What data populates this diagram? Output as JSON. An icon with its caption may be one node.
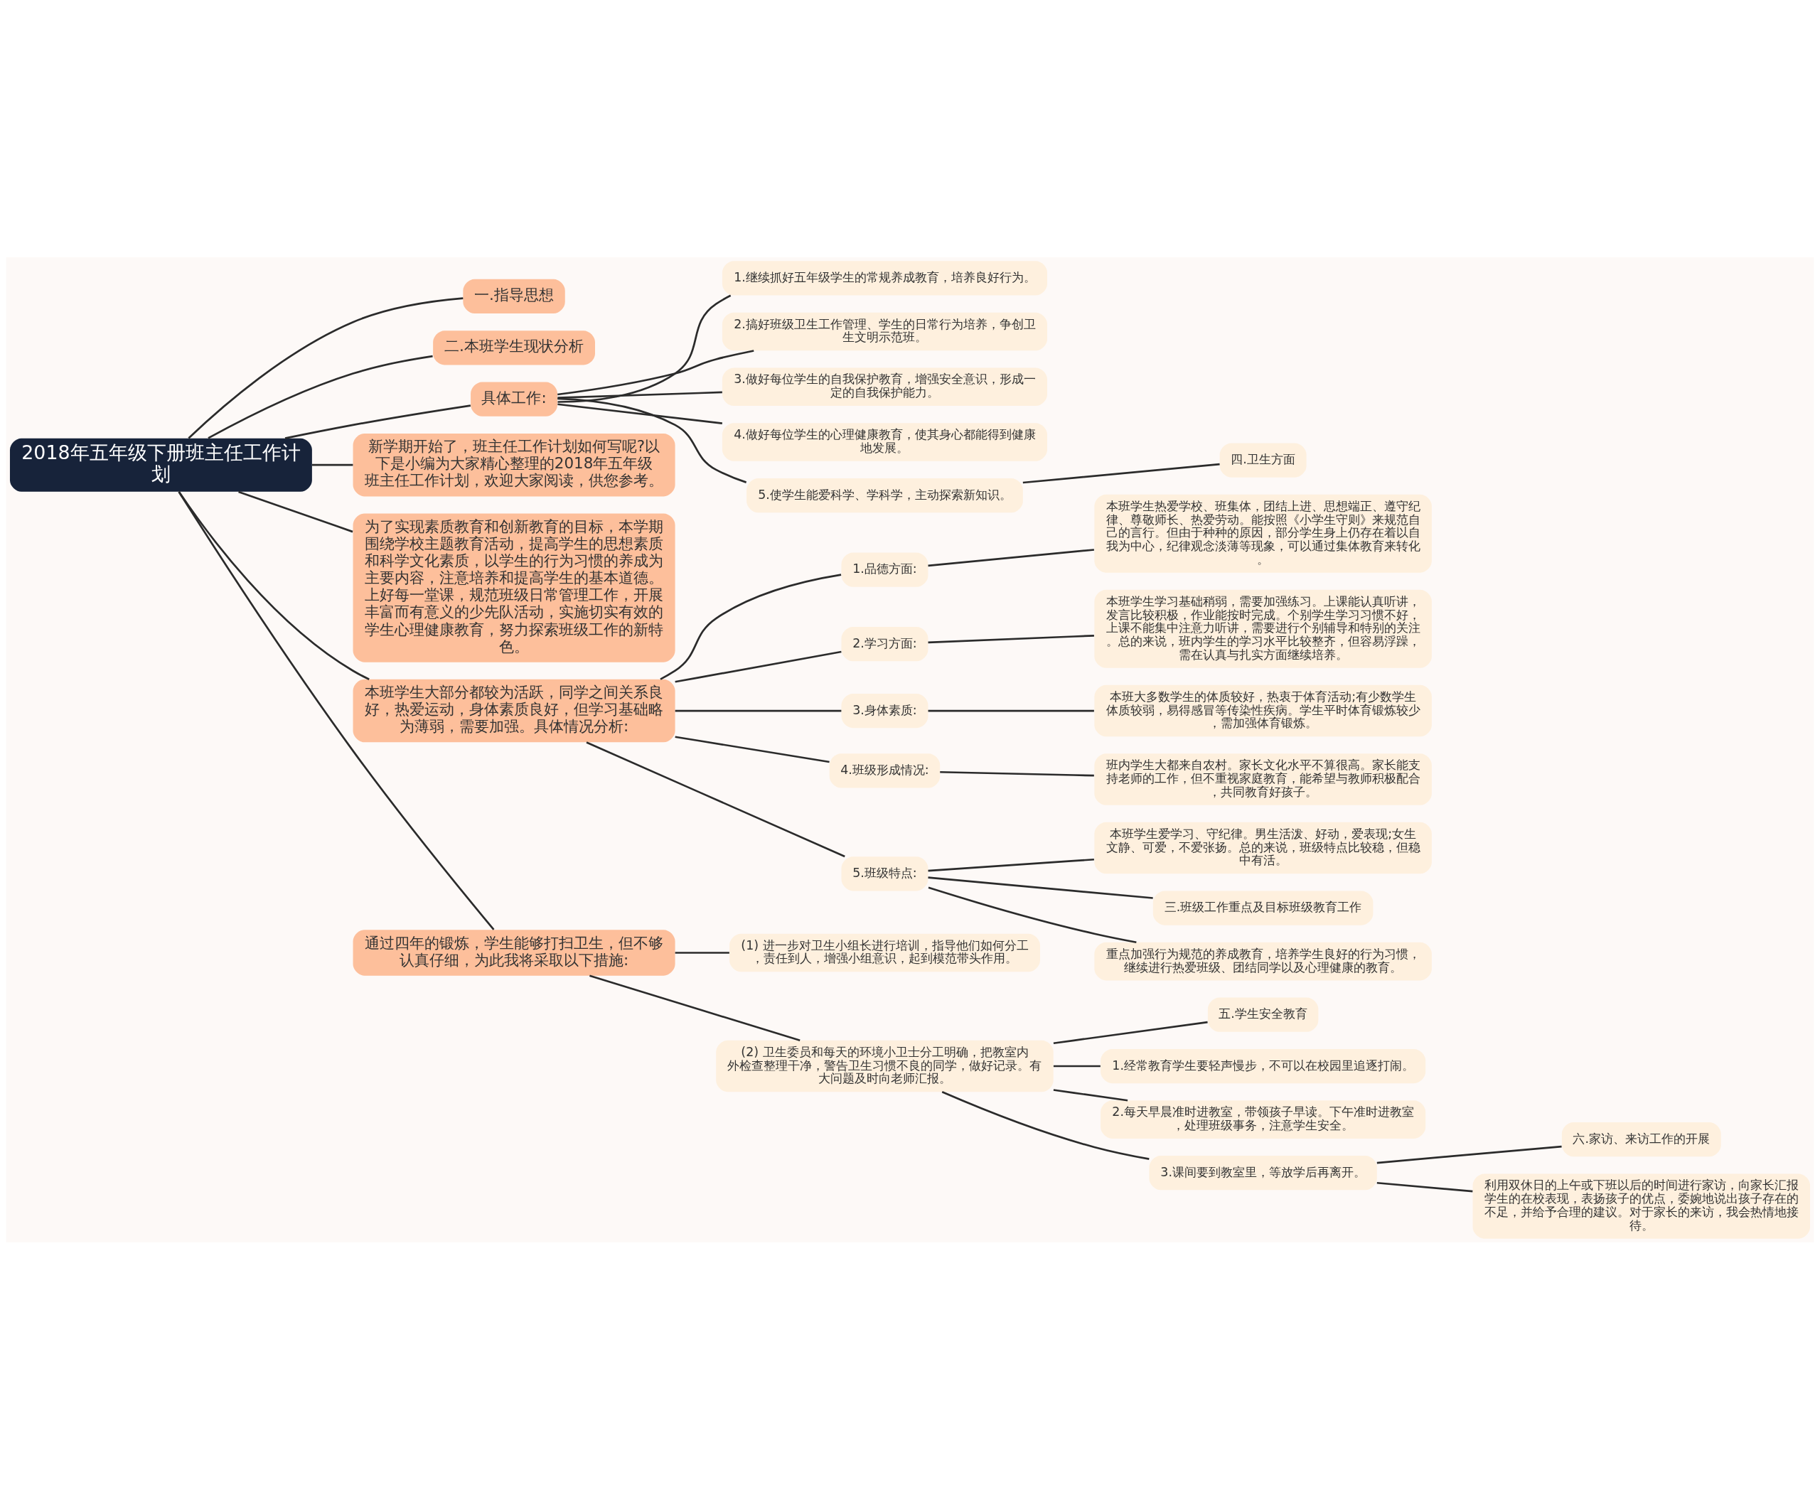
{
  "diagram": {
    "nodes": [
      {
        "text": [
          "2018年五年级下册班主任工作计划"
        ]
      },
      {
        "text": [
          "一.指导思想"
        ]
      },
      {
        "text": [
          "二.本班学生现状分析"
        ]
      },
      {
        "text": [
          "具体工作:"
        ]
      },
      {
        "text": [
          "1.继续抓好五年级学生的常规养成教育，培养良好行为。"
        ]
      },
      {
        "text": [
          "2.搞好班级卫生工作管理、学生的日常行为培养，争创卫生文明示范班。"
        ]
      },
      {
        "text": [
          "3.做好每位学生的自我保护教育，增强安全意识，形成一定的自我保护能力。"
        ]
      },
      {
        "text": [
          "4.做好每位学生的心理健康教育，使其身心都能得到健康地发展。"
        ]
      },
      {
        "text": [
          "5.使学生能爱科学、学科学，主动探索新知识。"
        ]
      },
      {
        "text": [
          "四.卫生方面"
        ]
      },
      {
        "text": [
          "新学期开始了，班主任工作计划如何写呢?以下是小编为大家精心整理的2018年五年级班主任工作计划，欢迎大家阅读，供您参考。"
        ]
      },
      {
        "text": [
          "为了实现素质教育和创新教育的目标，本学期围绕学校主题教育活动，提高学生的思想素质和科学文化素质，以学生的行为习惯的养成为主要内容，注意培养和提高学生的基本道德。上好每一堂课，规范班级日常管理工作，开展丰富而有意义的少先队活动，实施切实有效的学生心理健康教育，努力探索班级工作的新特色。"
        ]
      },
      {
        "text": [
          "本班学生大部分都较为活跃，同学之间关系良好，热爱运动，身体素质良好，但学习基础略为薄弱，需要加强。具体情况分析:"
        ]
      },
      {
        "text": [
          "1.品德方面:"
        ]
      },
      {
        "text": [
          "本班学生热爱学校、班集体，团结上进、思想端正、遵守纪律、尊敬师长、热爱劳动。能按照《小学生守则》来规范自己的言行。但由于种种的原因，部分学生身上仍存在着以自我为中心，纪律观念淡薄等现象，可以通过集体教育来转化。"
        ]
      },
      {
        "text": [
          "2.学习方面:"
        ]
      },
      {
        "text": [
          "本班学生学习基础稍弱，需要加强练习。上课能认真听讲，发言比较积极，作业能按时完成。个别学生学习习惯不好，上课不能集中注意力听讲，需要进行个别辅导和特别的关注。总的来说，班内学生的学习水平比较整齐，但容易浮躁，需在认真与扎实方面继续培养。"
        ]
      },
      {
        "text": [
          "3.身体素质:"
        ]
      },
      {
        "text": [
          "本班大多数学生的体质较好，热衷于体育活动;有少数学生体质较弱，易得感冒等传染性疾病。学生平时体育锻炼较少，需加强体育锻炼。"
        ]
      },
      {
        "text": [
          "4.班级形成情况:"
        ]
      },
      {
        "text": [
          "班内学生大都来自农村。家长文化水平不算很高。家长能支持老师的工作，但不重视家庭教育，能希望与教师积极配合，共同教育好孩子。"
        ]
      },
      {
        "text": [
          "5.班级特点:"
        ]
      },
      {
        "text": [
          "本班学生爱学习、守纪律。男生活泼、好动，爱表现;女生文静、可爱，不爱张扬。总的来说，班级特点比较稳，但稳中有活。"
        ]
      },
      {
        "text": [
          "三.班级工作重点及目标班级教育工作"
        ]
      },
      {
        "text": [
          "重点加强行为规范的养成教育，培养学生良好的行为习惯，继续进行热爱班级、团结同学以及心理健康的教育。"
        ]
      },
      {
        "text": [
          "通过四年的锻炼，学生能够打扫卫生，但不够认真仔细，为此我将采取以下措施:"
        ]
      },
      {
        "text": [
          "(1) 进一步对卫生小组长进行培训，指导他们如何分工，责任到人，增强小组意识，起到模范带头作用。"
        ]
      },
      {
        "text": [
          "(2) 卫生委员和每天的环境小卫士分工明确，把教室内外检查整理干净，警告卫生习惯不良的同学，做好记录。有大问题及时向老师汇报。"
        ]
      },
      {
        "text": [
          "五.学生安全教育"
        ]
      },
      {
        "text": [
          "1.经常教育学生要轻声慢步，不可以在校园里追逐打闹。"
        ]
      },
      {
        "text": [
          "2.每天早晨准时进教室，带领孩子早读。下午准时进教室，处理班级事务，注意学生安全。"
        ]
      },
      {
        "text": [
          "3.课间要到教室里，等放学后再离开。"
        ]
      },
      {
        "text": [
          "六.家访、来访工作的开展"
        ]
      },
      {
        "text": [
          "利用双休日的上午或下班以后的时间进行家访，向家长汇报学生的在校表现，表扬孩子的优点，委婉地说出孩子存在的不足，并给予合理的建议。对于家长的来访，我会热情地接待。"
        ]
      }
    ],
    "edges": [
      {
        "from": 0,
        "to": 1,
        "arrow": "none"
      },
      {
        "from": 0,
        "to": 2,
        "arrow": "none"
      },
      {
        "from": 0,
        "to": 3,
        "arrow": "none"
      },
      {
        "from": 3,
        "to": 4,
        "arrow": "none"
      },
      {
        "from": 3,
        "to": 5,
        "arrow": "none"
      },
      {
        "from": 3,
        "to": 6,
        "arrow": "none"
      },
      {
        "from": 3,
        "to": 7,
        "arrow": "none"
      },
      {
        "from": 3,
        "to": 8,
        "arrow": "none"
      },
      {
        "from": 8,
        "to": 9,
        "arrow": "none"
      },
      {
        "from": 0,
        "to": 10,
        "arrow": "none"
      },
      {
        "from": 0,
        "to": 11,
        "arrow": "none"
      },
      {
        "from": 0,
        "to": 12,
        "arrow": "none"
      },
      {
        "from": 12,
        "to": 13,
        "arrow": "none"
      },
      {
        "from": 13,
        "to": 14,
        "arrow": "none"
      },
      {
        "from": 12,
        "to": 15,
        "arrow": "none"
      },
      {
        "from": 15,
        "to": 16,
        "arrow": "none"
      },
      {
        "from": 12,
        "to": 17,
        "arrow": "none"
      },
      {
        "from": 17,
        "to": 18,
        "arrow": "none"
      },
      {
        "from": 12,
        "to": 19,
        "arrow": "none"
      },
      {
        "from": 19,
        "to": 20,
        "arrow": "none"
      },
      {
        "from": 12,
        "to": 21,
        "arrow": "none"
      },
      {
        "from": 21,
        "to": 22,
        "arrow": "none"
      },
      {
        "from": 21,
        "to": 23,
        "arrow": "none"
      },
      {
        "from": 21,
        "to": 24,
        "arrow": "none"
      },
      {
        "from": 0,
        "to": 25,
        "arrow": "none"
      },
      {
        "from": 25,
        "to": 26,
        "arrow": "none"
      },
      {
        "from": 25,
        "to": 27,
        "arrow": "none"
      },
      {
        "from": 27,
        "to": 28,
        "arrow": "none"
      },
      {
        "from": 27,
        "to": 29,
        "arrow": "none"
      },
      {
        "from": 27,
        "to": 30,
        "arrow": "none"
      },
      {
        "from": 27,
        "to": 31,
        "arrow": "none"
      },
      {
        "from": 31,
        "to": 32,
        "arrow": "none"
      },
      {
        "from": 31,
        "to": 33,
        "arrow": "none"
      }
    ]
  }
}
